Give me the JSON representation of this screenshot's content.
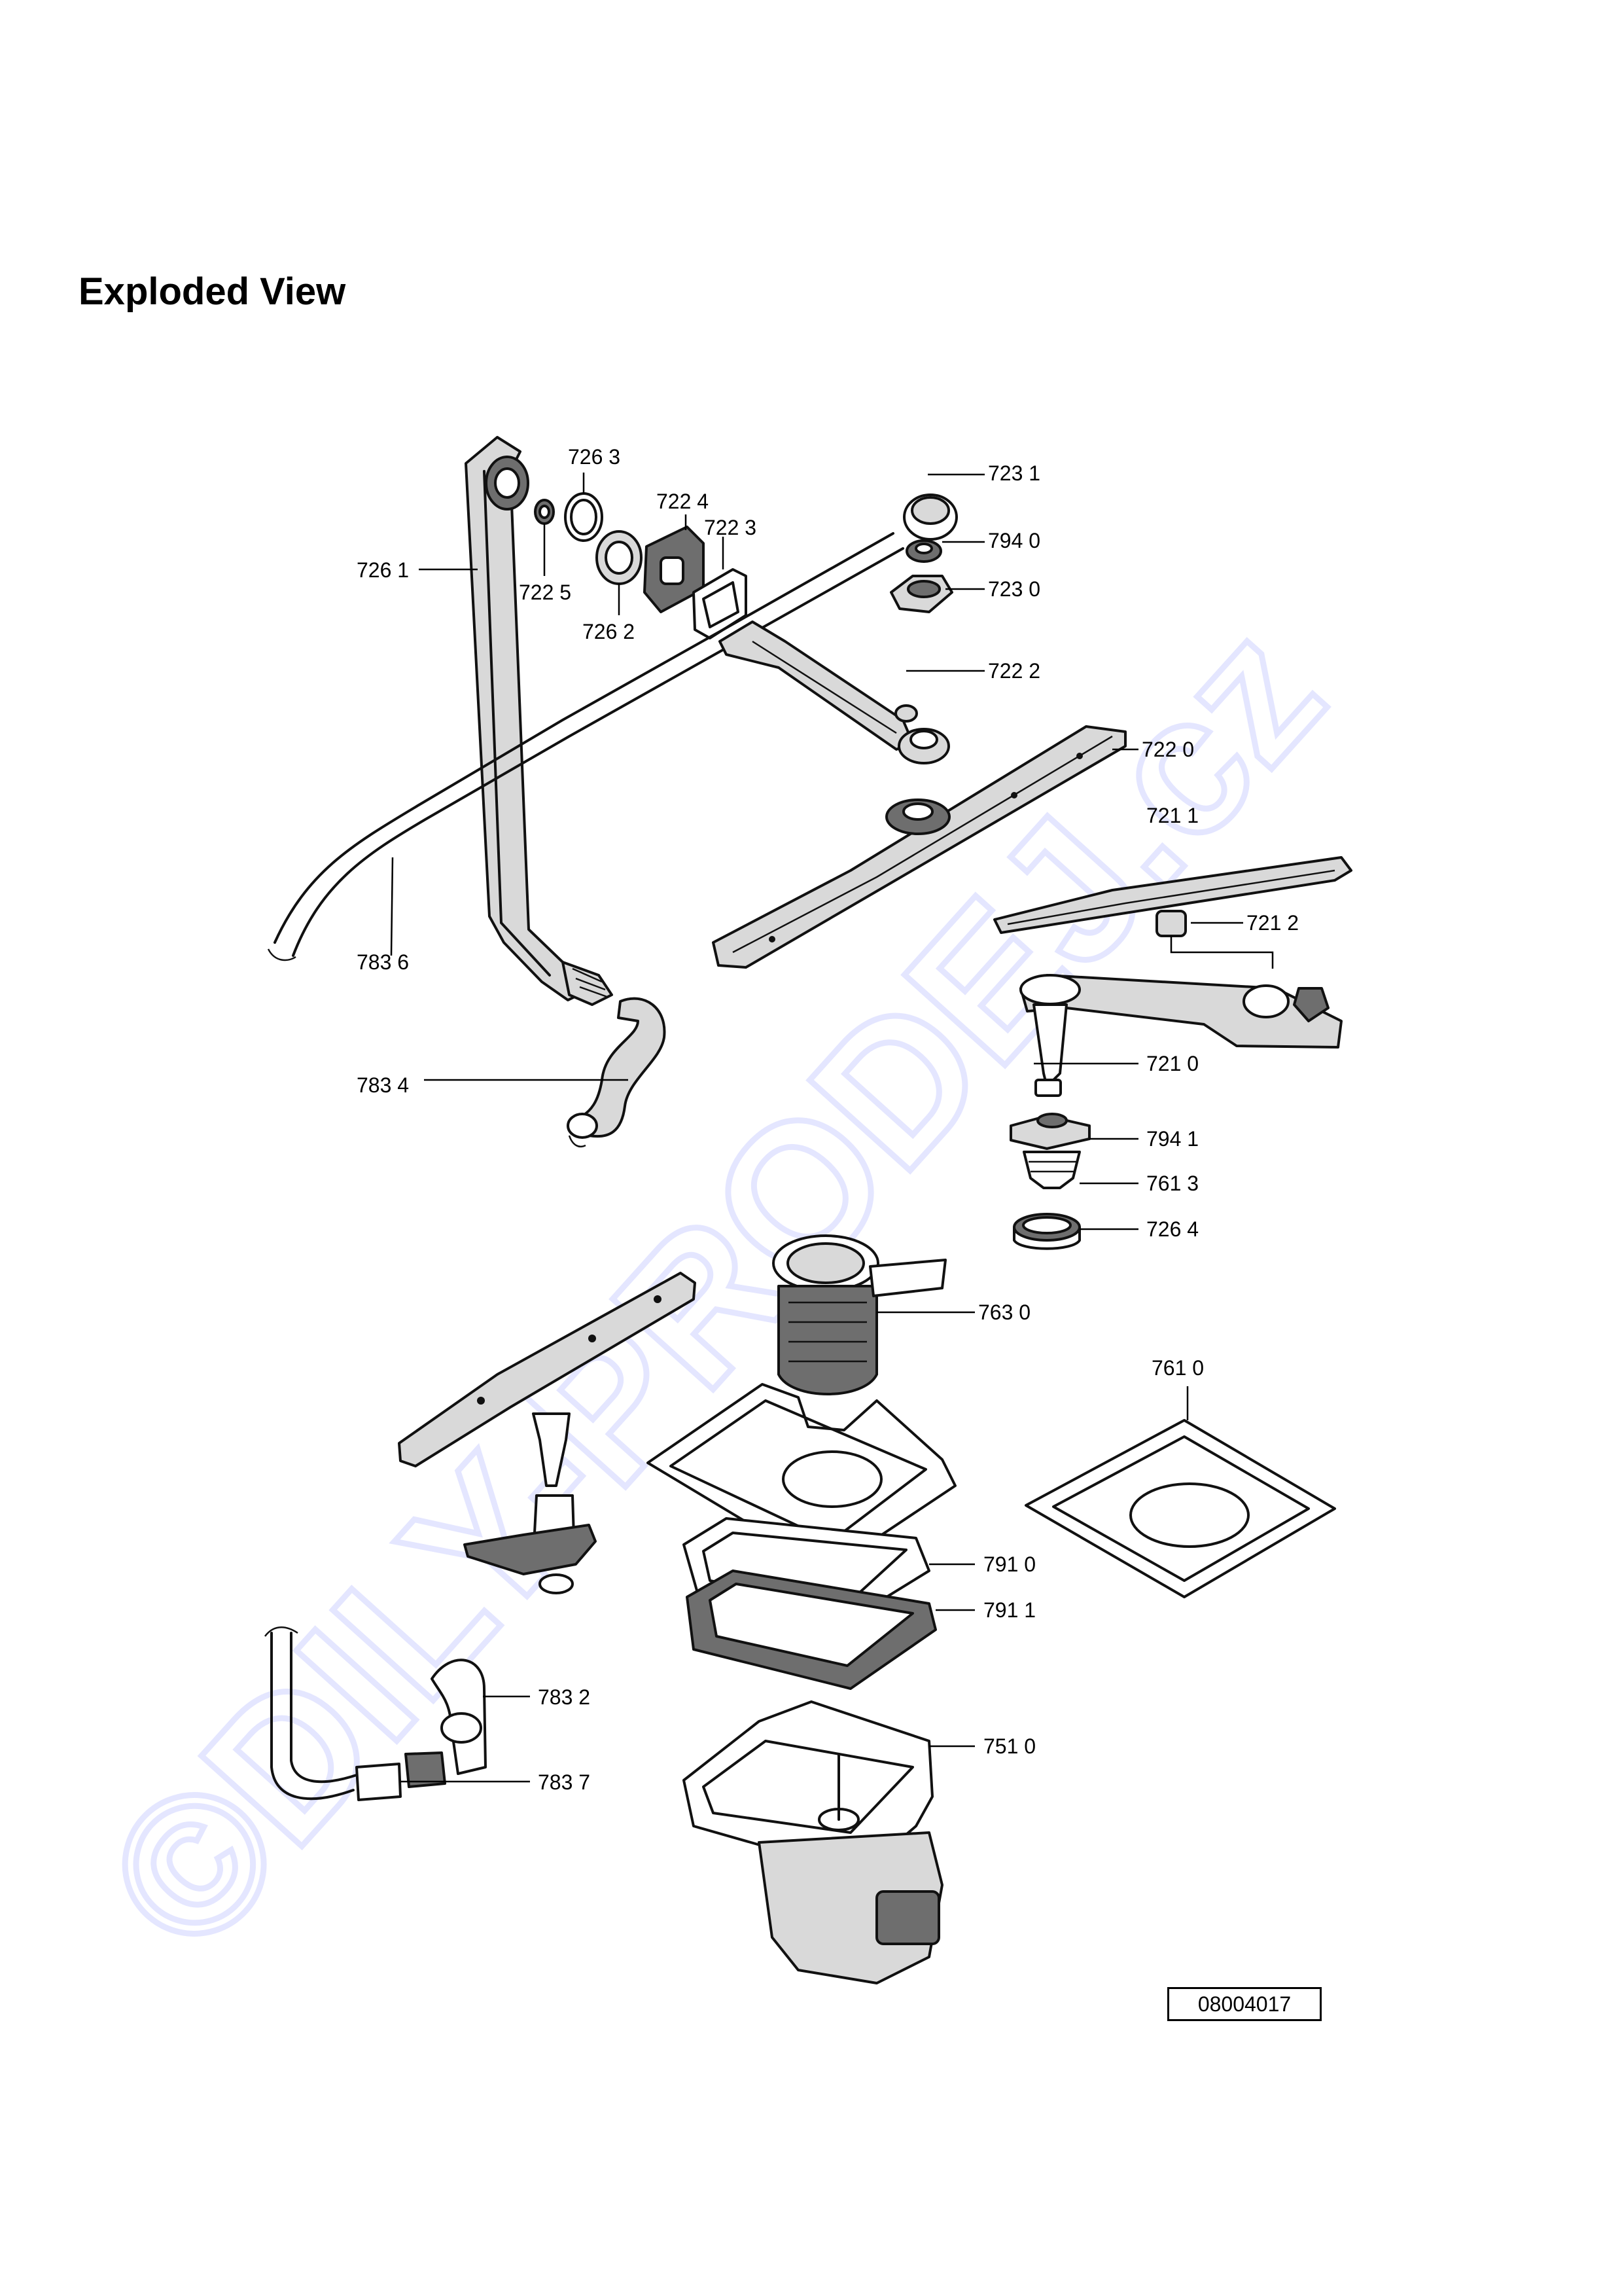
{
  "page": {
    "title": "Exploded View",
    "watermark": "©DILY-PRODEJ.cz",
    "document_id": "08004017"
  },
  "labels": {
    "l7231": "723 1",
    "l7263": "726 3",
    "l7224": "722 4",
    "l7223": "722 3",
    "l7940": "794 0",
    "l7261": "726 1",
    "l7225": "722 5",
    "l7230": "723 0",
    "l7262": "726 2",
    "l7222": "722 2",
    "l7220": "722 0",
    "l7211": "721 1",
    "l7212": "721 2",
    "l7836": "783 6",
    "l7210": "721 0",
    "l7834": "783 4",
    "l7941": "794 1",
    "l7613": "761 3",
    "l7264": "726 4",
    "l7630": "763 0",
    "l7610": "761 0",
    "l7910": "791 0",
    "l7911": "791 1",
    "l7832": "783 2",
    "l7510": "751 0",
    "l7837": "783 7"
  }
}
